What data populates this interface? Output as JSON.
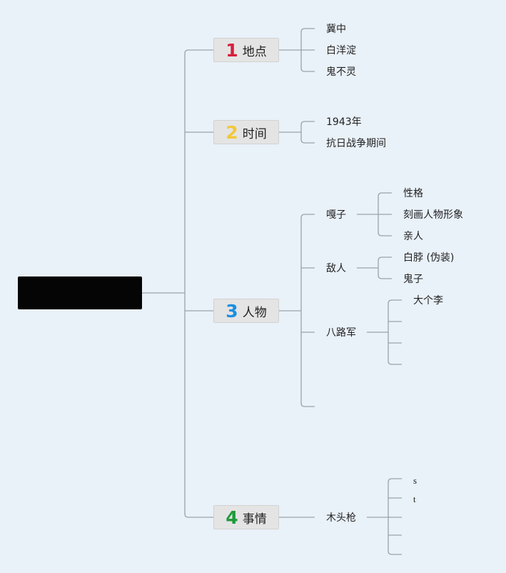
{
  "branches": [
    {
      "number": "1",
      "label": "地点",
      "color": "#d81e3a",
      "children": [
        "冀中",
        "白洋淀",
        "鬼不灵"
      ]
    },
    {
      "number": "2",
      "label": "时间",
      "color": "#f2c83a",
      "children": [
        "1943年",
        "抗日战争期间"
      ]
    },
    {
      "number": "3",
      "label": "人物",
      "color": "#1e8fe0",
      "groups": [
        {
          "label": "嘎子",
          "children": [
            "性格",
            "刻画人物形象",
            "亲人"
          ]
        },
        {
          "label": "敌人",
          "children": [
            "白脖 (伪装)",
            "鬼子"
          ]
        },
        {
          "label": "八路军",
          "children": [
            "大个李"
          ]
        }
      ]
    },
    {
      "number": "4",
      "label": "事情",
      "color": "#1f9a3a",
      "groups": [
        {
          "label": "木头枪",
          "children": [
            "s",
            "t"
          ]
        }
      ]
    }
  ]
}
